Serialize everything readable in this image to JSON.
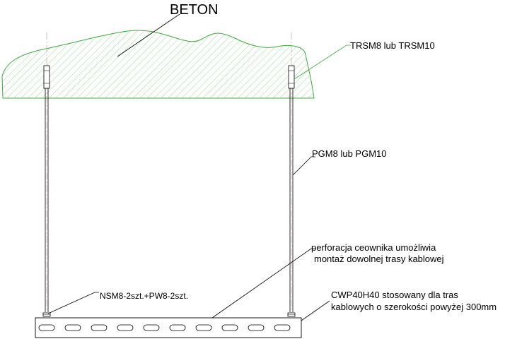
{
  "labels": {
    "beton": "BETON",
    "anchor": "TRSM8 lub TRSM10",
    "rod": "PGM8 lub PGM10",
    "perforation_line1": "perforacja ceownika umożliwia",
    "perforation_line2": "montaż dowolnej trasy kablowej",
    "nut": "NSM8-2szt.+PW8-2szt.",
    "channel_line1": "CWP40H40 stosowany dla tras",
    "channel_line2": "kablowych o szerokości powyżej 300mm"
  },
  "colors": {
    "concrete_outline": "#3daa3d",
    "concrete_hatch": "#3daa3d",
    "anchor_leader": "#3daa3d",
    "leader": "#000000",
    "axis": "#c89090",
    "line": "#000000"
  }
}
